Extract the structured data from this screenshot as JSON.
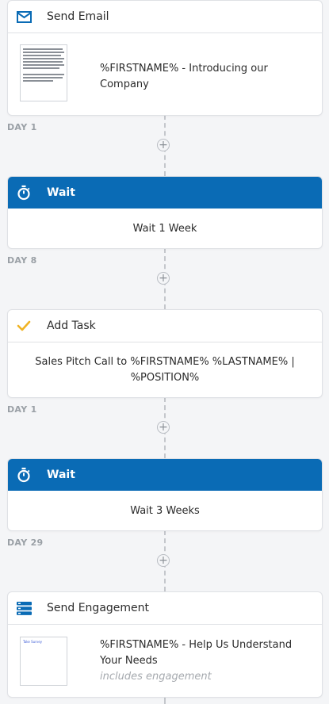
{
  "steps": [
    {
      "title": "Send Email",
      "icon": "envelope-icon",
      "subject": "%FIRSTNAME% - Introducing our Company"
    },
    {
      "day": "DAY 1"
    },
    {
      "title": "Wait",
      "icon": "stopwatch-icon",
      "detail": "Wait 1 Week"
    },
    {
      "day": "DAY 8"
    },
    {
      "title": "Add Task",
      "icon": "checkmark-icon",
      "detail": "Sales Pitch Call to %FIRSTNAME% %LASTNAME% | %POSITION%"
    },
    {
      "day": "DAY 1"
    },
    {
      "title": "Wait",
      "icon": "stopwatch-icon",
      "detail": "Wait 3 Weeks"
    },
    {
      "day": "DAY 29"
    },
    {
      "title": "Send Engagement",
      "icon": "engagement-icon",
      "subject": "%FIRSTNAME% - Help Us Understand Your Needs",
      "note": "includes engagement"
    }
  ],
  "add_step_glyph": "+",
  "colors": {
    "accent": "#0a6bb5",
    "check": "#f0b323",
    "connector": "#c4c7cc"
  }
}
